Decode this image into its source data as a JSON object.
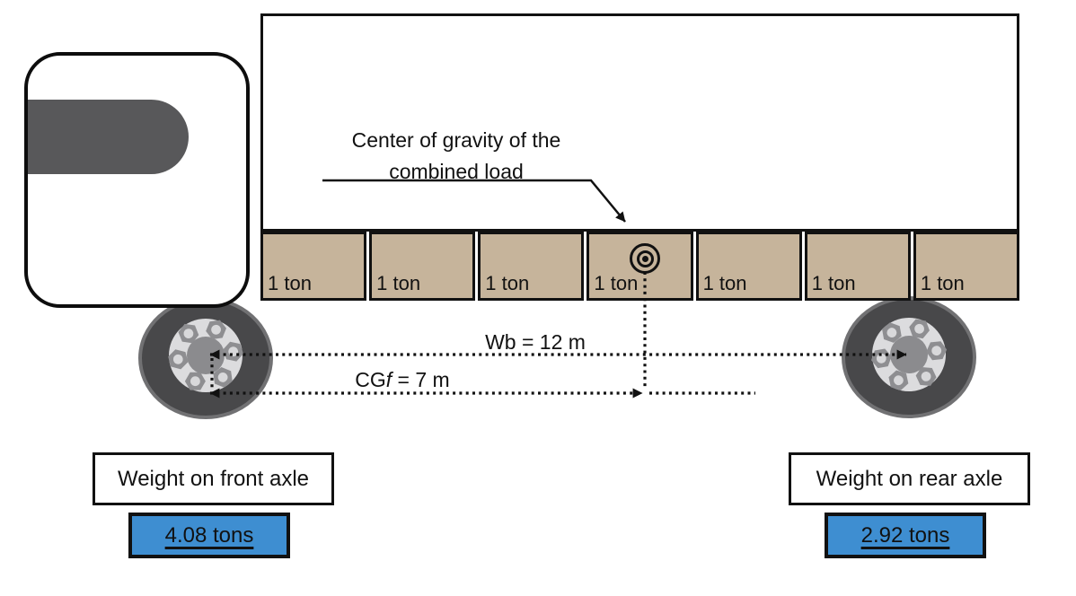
{
  "cg_annotation": {
    "line1": "Center of gravity of the",
    "line2": "combined load"
  },
  "load_labels": [
    "1 ton",
    "1 ton",
    "1 ton",
    "1 ton",
    "1 ton",
    "1 ton",
    "1 ton"
  ],
  "dimensions": {
    "wheelbase": "Wb = 12 m",
    "cg_front": {
      "prefix": "CG",
      "symbol": "f",
      "suffix": " = 7 m"
    }
  },
  "axle_results": {
    "front": {
      "title": "Weight on front axle",
      "value": "4.08 tons"
    },
    "rear": {
      "title": "Weight on rear axle",
      "value": "2.92 tons"
    }
  },
  "colors": {
    "load_block_fill": "#c6b49b",
    "result_value_fill": "#3e8ed1",
    "cab_window_fill": "#58585a",
    "tire_fill": "#48484a",
    "hub_fill": "#dcdcde",
    "outline": "#111111"
  }
}
